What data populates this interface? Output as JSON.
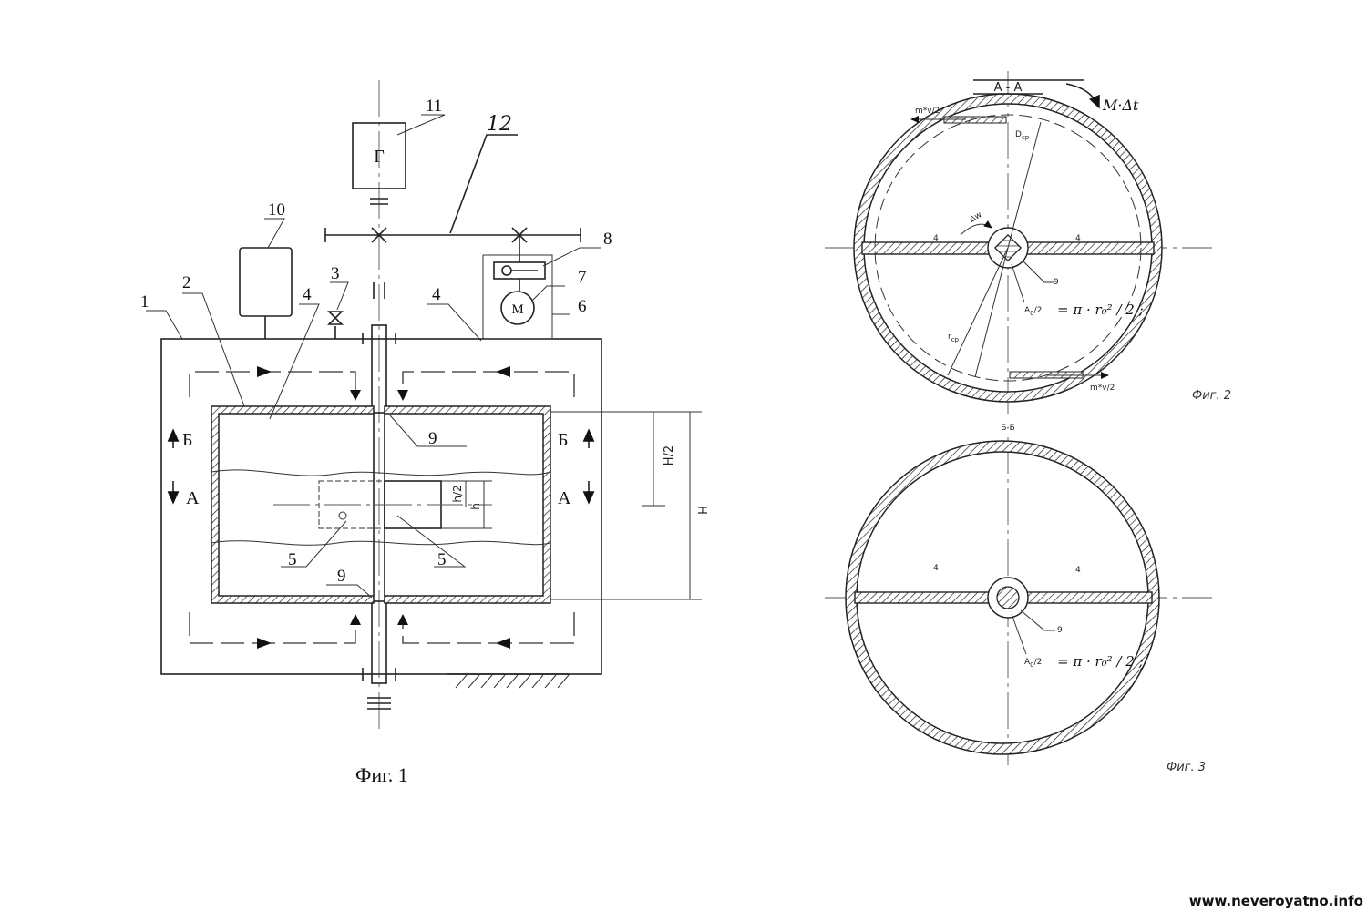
{
  "fig1": {
    "caption": "Фиг. 1",
    "generator_letter": "Г",
    "motor_letter": "М",
    "labels": {
      "n1": "1",
      "n2": "2",
      "n3": "3",
      "n4a": "4",
      "n4b": "4",
      "n5a": "5",
      "n5b": "5",
      "n6": "6",
      "n7": "7",
      "n8": "8",
      "n9a": "9",
      "n9b": "9",
      "n10": "10",
      "n11": "11",
      "n12": "12"
    },
    "section_marks": {
      "b_left": "Б",
      "b_right": "Б",
      "a_left": "А",
      "a_right": "А"
    },
    "dims": {
      "half_height": "H/2",
      "height": "H",
      "half_h": "h/2",
      "h": "h"
    }
  },
  "fig2": {
    "section_title": "А - А",
    "torque": "M·Δt",
    "impulse_top": "m*v/2",
    "impulse_bottom": "m*v/2",
    "d_label": "D",
    "d_sub": "ср",
    "r_label": "r",
    "r_sub": "ср",
    "omega": "Δw",
    "label_4a": "4",
    "label_4b": "4",
    "label_9": "9",
    "area_lhs": "A",
    "area_lhs_sub": "0",
    "area_lhs_tail": "/2",
    "area_formula": "= π · r₀² / 2 ;",
    "caption": "Фиг. 2"
  },
  "fig3": {
    "section_title": "Б-Б",
    "label_4a": "4",
    "label_4b": "4",
    "label_9": "9",
    "area_lhs": "A",
    "area_lhs_sub": "0",
    "area_lhs_tail": "/2",
    "area_formula": "= π · r₀² / 2 ;",
    "caption": "Фиг. 3"
  },
  "watermark": "www.neveroyatno.info"
}
